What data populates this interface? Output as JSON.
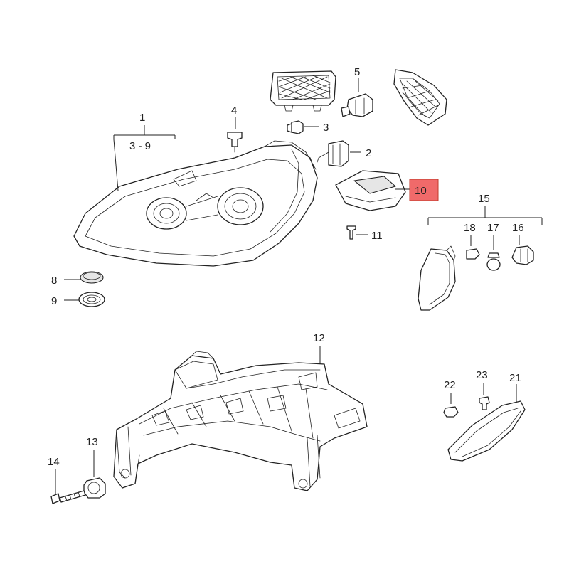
{
  "callouts": {
    "c1": "1",
    "c1_range": "3 - 9",
    "c2": "2",
    "c3": "3",
    "c4": "4",
    "c5": "5",
    "c8": "8",
    "c9": "9",
    "c10": "10",
    "c11": "11",
    "c12": "12",
    "c13": "13",
    "c14": "14",
    "c15": "15",
    "c16": "16",
    "c17": "17",
    "c18": "18",
    "c21": "21",
    "c22": "22",
    "c23": "23"
  },
  "highlight": {
    "callout": "10",
    "color": "#f06a6a"
  },
  "colors": {
    "line": "#222222",
    "background": "#ffffff"
  }
}
